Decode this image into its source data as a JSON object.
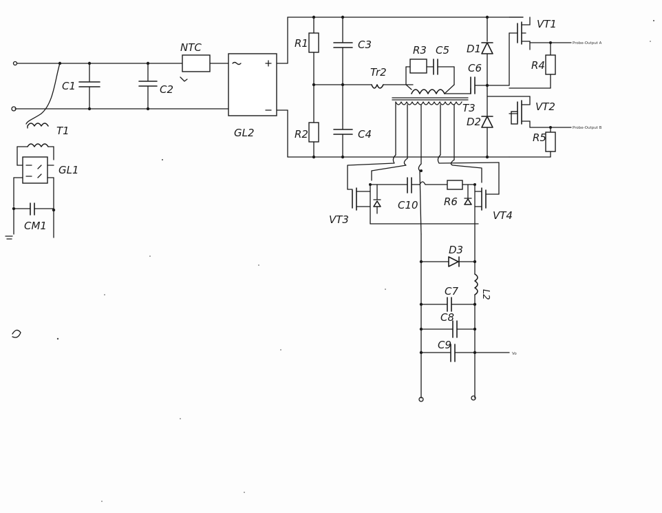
{
  "labels": {
    "c1": "C1",
    "c2": "C2",
    "ntc": "NTC",
    "t1": "T1",
    "gl1": "GL1",
    "cm1": "CM1",
    "gl2": "GL2",
    "r1": "R1",
    "r2": "R2",
    "c3": "C3",
    "c4": "C4",
    "r3": "R3",
    "c5": "C5",
    "tr2": "Tr2",
    "c6": "C6",
    "d1": "D1",
    "d2": "D2",
    "vt1": "VT1",
    "vt2": "VT2",
    "r4": "R4",
    "r5": "R5",
    "t3": "T3",
    "vt3": "VT3",
    "vt4": "VT4",
    "c10": "C10",
    "r6": "R6",
    "d3": "D3",
    "c7": "C7",
    "c8": "C8",
    "c9": "C9",
    "l2": "L2"
  },
  "outputs": {
    "a": "Probe-Output A",
    "b": "Probe-Output B",
    "vo": "Vo"
  }
}
